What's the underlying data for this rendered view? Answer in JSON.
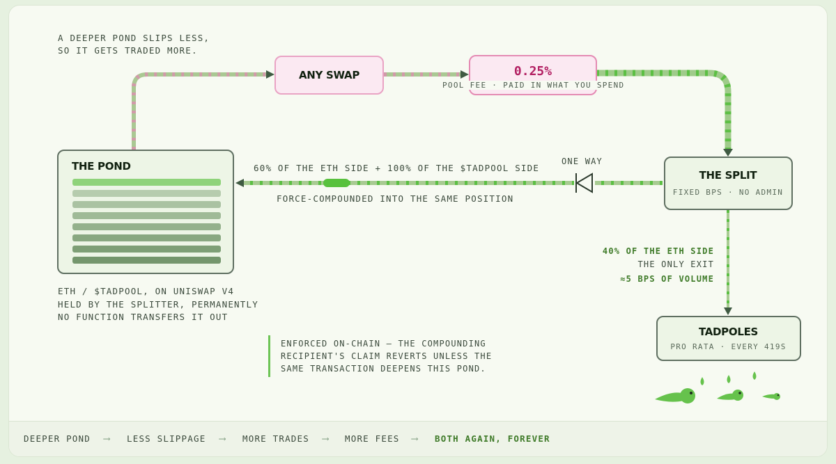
{
  "intro": {
    "line1": "A DEEPER POND SLIPS LESS,",
    "line2": "SO IT GETS TRADED MORE."
  },
  "any_swap": {
    "title": "ANY SWAP"
  },
  "fee": {
    "value": "0.25%",
    "caption": "POOL FEE · PAID IN WHAT YOU SPEND"
  },
  "pond": {
    "title": "THE POND",
    "notes": [
      "ETH / $TADPOOL, ON UNISWAP V4",
      "HELD BY THE SPLITTER, PERMANENTLY",
      "NO FUNCTION TRANSFERS IT OUT"
    ]
  },
  "split": {
    "title": "THE SPLIT",
    "subtitle": "FIXED BPS · NO ADMIN"
  },
  "compound": {
    "top_label": "60% OF THE ETH SIDE + 100% OF THE $TADPOOL SIDE",
    "bottom_label": "FORCE-COMPOUNDED INTO THE SAME POSITION",
    "diode_label": "ONE WAY"
  },
  "exit": {
    "line1": "40% OF THE ETH SIDE",
    "line2": "THE ONLY EXIT",
    "line3": "≈5 BPS OF VOLUME"
  },
  "tadpoles": {
    "title": "TADPOLES",
    "subtitle": "PRO RATA · EVERY 419S"
  },
  "enforced": {
    "line1": "ENFORCED ON-CHAIN — THE COMPOUNDING",
    "line2": "RECIPIENT'S CLAIM REVERTS UNLESS THE",
    "line3": "SAME TRANSACTION DEEPENS THIS POND."
  },
  "footer": {
    "steps": [
      "DEEPER POND",
      "LESS SLIPPAGE",
      "MORE TRADES",
      "MORE FEES",
      "BOTH AGAIN, FOREVER"
    ],
    "arrow": "⟶"
  },
  "colors": {
    "green_accent": "#5cc145",
    "pink_accent": "#e489b3",
    "fee_text": "#b21f62",
    "box_border": "#5f6f61",
    "dark_green_text": "#3e7a28"
  }
}
